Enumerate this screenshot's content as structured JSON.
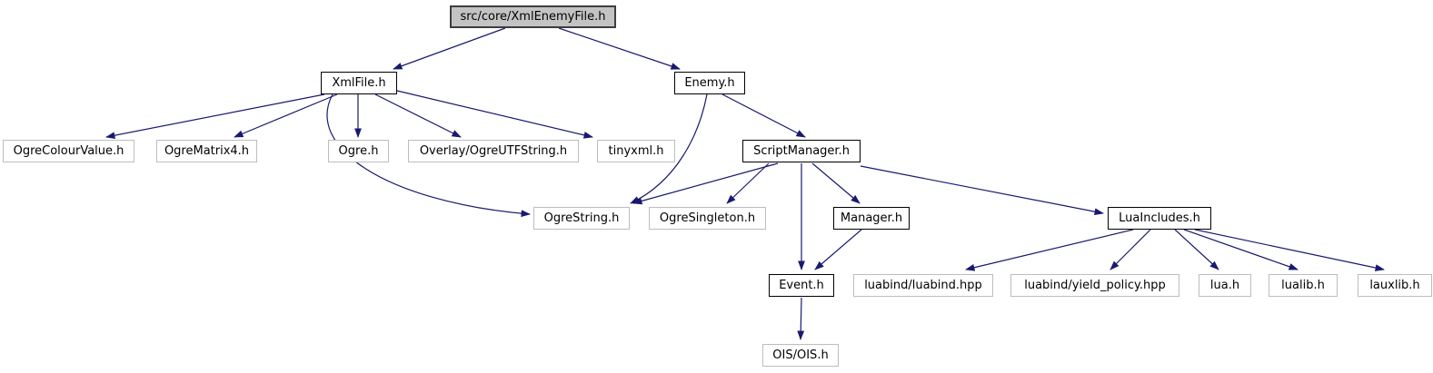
{
  "diagram": {
    "kind": "include-dependency-graph",
    "root_label": "src/core/XmlEnemyFile.h",
    "edge_color": "#191970",
    "node_fill": "#ffffff",
    "root_fill": "#c3c3c3",
    "nodes": [
      {
        "id": "xmlenemyfile",
        "label": "src/core/XmlEnemyFile.h",
        "kind": "current"
      },
      {
        "id": "xmlfile",
        "label": "XmlFile.h",
        "kind": "linked"
      },
      {
        "id": "enemy",
        "label": "Enemy.h",
        "kind": "linked"
      },
      {
        "id": "ogrecolourvalue",
        "label": "OgreColourValue.h",
        "kind": "leaf"
      },
      {
        "id": "ogrematrix4",
        "label": "OgreMatrix4.h",
        "kind": "leaf"
      },
      {
        "id": "ogre",
        "label": "Ogre.h",
        "kind": "leaf"
      },
      {
        "id": "ogreutfstring",
        "label": "Overlay/OgreUTFString.h",
        "kind": "leaf"
      },
      {
        "id": "tinyxml",
        "label": "tinyxml.h",
        "kind": "leaf"
      },
      {
        "id": "scriptmanager",
        "label": "ScriptManager.h",
        "kind": "linked"
      },
      {
        "id": "ogrestring",
        "label": "OgreString.h",
        "kind": "leaf"
      },
      {
        "id": "ogresingleton",
        "label": "OgreSingleton.h",
        "kind": "leaf"
      },
      {
        "id": "manager",
        "label": "Manager.h",
        "kind": "linked"
      },
      {
        "id": "luaincludes",
        "label": "LuaIncludes.h",
        "kind": "linked"
      },
      {
        "id": "event",
        "label": "Event.h",
        "kind": "linked"
      },
      {
        "id": "luabind",
        "label": "luabind/luabind.hpp",
        "kind": "leaf"
      },
      {
        "id": "yieldpolicy",
        "label": "luabind/yield_policy.hpp",
        "kind": "leaf"
      },
      {
        "id": "lua",
        "label": "lua.h",
        "kind": "leaf"
      },
      {
        "id": "lualib",
        "label": "lualib.h",
        "kind": "leaf"
      },
      {
        "id": "lauxlib",
        "label": "lauxlib.h",
        "kind": "leaf"
      },
      {
        "id": "ois",
        "label": "OIS/OIS.h",
        "kind": "leaf"
      }
    ],
    "edges": [
      {
        "from": "xmlenemyfile",
        "to": "xmlfile"
      },
      {
        "from": "xmlenemyfile",
        "to": "enemy"
      },
      {
        "from": "xmlfile",
        "to": "ogrecolourvalue"
      },
      {
        "from": "xmlfile",
        "to": "ogrematrix4"
      },
      {
        "from": "xmlfile",
        "to": "ogre"
      },
      {
        "from": "xmlfile",
        "to": "ogreutfstring"
      },
      {
        "from": "xmlfile",
        "to": "tinyxml"
      },
      {
        "from": "xmlfile",
        "to": "ogrestring"
      },
      {
        "from": "enemy",
        "to": "ogrestring"
      },
      {
        "from": "enemy",
        "to": "scriptmanager"
      },
      {
        "from": "scriptmanager",
        "to": "ogrestring"
      },
      {
        "from": "scriptmanager",
        "to": "ogresingleton"
      },
      {
        "from": "scriptmanager",
        "to": "manager"
      },
      {
        "from": "scriptmanager",
        "to": "event"
      },
      {
        "from": "scriptmanager",
        "to": "luaincludes"
      },
      {
        "from": "manager",
        "to": "event"
      },
      {
        "from": "luaincludes",
        "to": "luabind"
      },
      {
        "from": "luaincludes",
        "to": "yieldpolicy"
      },
      {
        "from": "luaincludes",
        "to": "lua"
      },
      {
        "from": "luaincludes",
        "to": "lualib"
      },
      {
        "from": "luaincludes",
        "to": "lauxlib"
      },
      {
        "from": "event",
        "to": "ois"
      }
    ]
  }
}
